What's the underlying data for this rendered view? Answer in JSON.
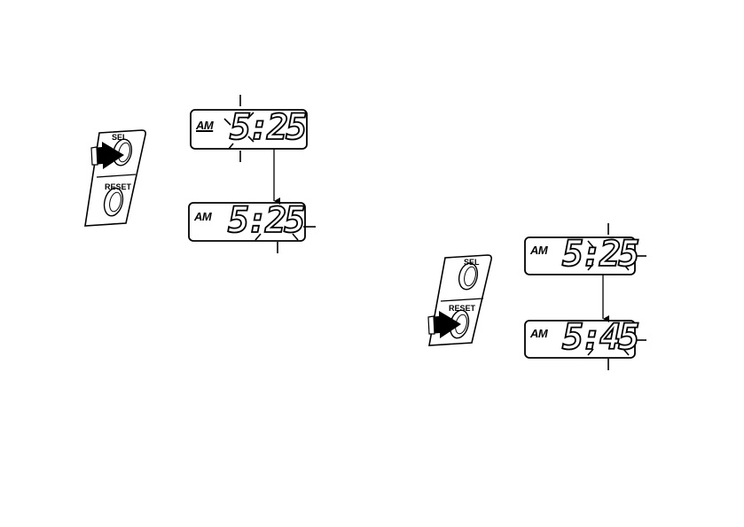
{
  "figure_left": {
    "buttons": {
      "top_label": "SEL",
      "bottom_label": "RESET",
      "pressed": "SEL"
    },
    "display_top": {
      "period": "AM",
      "period_underlined": true,
      "time": "5:25",
      "blinking": "hour"
    },
    "display_bottom": {
      "period": "AM",
      "time": "5:25",
      "blinking": "minutes"
    }
  },
  "figure_right": {
    "buttons": {
      "top_label": "SEL",
      "bottom_label": "RESET",
      "pressed": "RESET"
    },
    "display_top": {
      "period": "AM",
      "time": "5:25",
      "blinking": "minutes"
    },
    "display_bottom": {
      "period": "AM",
      "time": "5:45",
      "blinking": "minutes"
    }
  },
  "colors": {
    "ink": "#000000",
    "paper": "#ffffff"
  }
}
